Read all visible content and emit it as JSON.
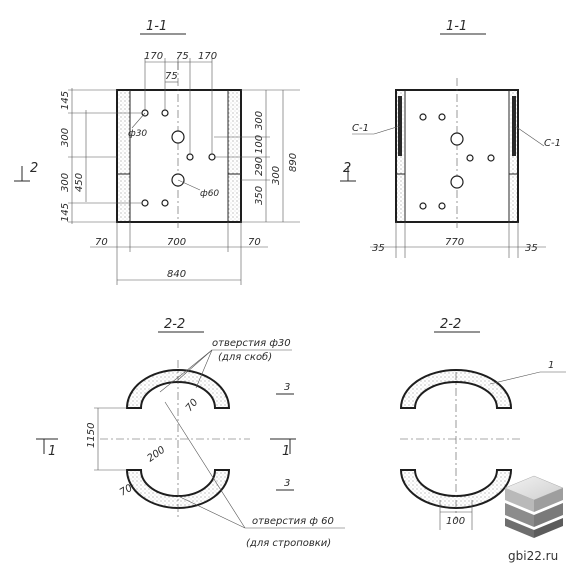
{
  "titles": {
    "sec_top_left": "1-1",
    "sec_top_right": "1-1",
    "sec_bottom_left": "2-2",
    "sec_bottom_right": "2-2"
  },
  "markers": {
    "two_left": "2",
    "two_right": "2",
    "one_left": "1",
    "one_right": "1",
    "three_top": "3",
    "three_bottom": "3"
  },
  "left_view": {
    "top_dims": [
      "170",
      "75",
      "170"
    ],
    "top_dim_inner": "75",
    "left_dims": [
      "145",
      "300",
      "300",
      "450",
      "145"
    ],
    "right_dims": [
      "300",
      "100",
      "290",
      "350",
      "300"
    ],
    "right_total": "890",
    "bottom_dims": [
      "70",
      "700",
      "70"
    ],
    "bottom_total": "840",
    "hole_small_label": "ф30",
    "hole_large_label": "ф60"
  },
  "right_view": {
    "callout_left": "С-1",
    "callout_right": "С-1",
    "bottom_dims": [
      "35",
      "770",
      "35"
    ]
  },
  "plan_left": {
    "note_top": "отверстия ф30",
    "note_top_sub": "(для скоб)",
    "note_bottom": "отверстия ф 60",
    "note_bottom_sub": "(для строповки)",
    "dim_height": "1150",
    "dim_radius": "200",
    "dim_thk_top": "70",
    "dim_thk_bottom": "70"
  },
  "plan_right": {
    "callout": "1",
    "dim_width": "100"
  },
  "watermark": "gbi22.ru"
}
